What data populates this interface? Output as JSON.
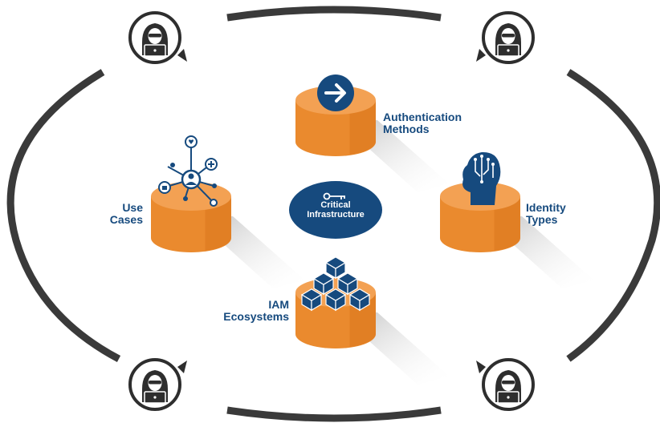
{
  "colors": {
    "brand": "#164a7e",
    "orange_top": "#f3a153",
    "orange_side": "#ea8a2e",
    "orange_dark": "#d9771e",
    "frame": "#3a3a3a",
    "shadow": "#d4d4d4"
  },
  "center": {
    "icon": "key-icon",
    "line1": "Critical",
    "line2": "Infrastructure"
  },
  "nodes": {
    "authentication": {
      "icon": "arrow-right-icon",
      "line1": "Authentication",
      "line2": "Methods"
    },
    "identity": {
      "icon": "circuit-head-icon",
      "line1": "Identity",
      "line2": "Types"
    },
    "use_cases": {
      "icon": "network-icon",
      "line1": "Use",
      "line2": "Cases"
    },
    "iam": {
      "icon": "cubes-icon",
      "line1": "IAM",
      "line2": "Ecosystems"
    }
  },
  "corners": {
    "icon": "hacker-icon",
    "positions": [
      "top-left",
      "top-right",
      "bottom-left",
      "bottom-right"
    ]
  }
}
